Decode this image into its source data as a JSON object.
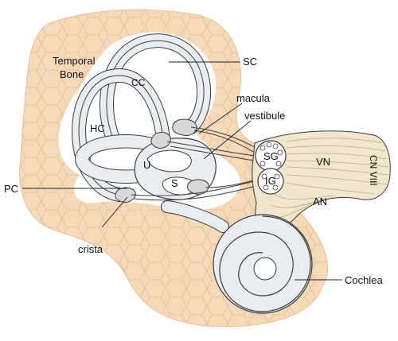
{
  "labels": {
    "temporal_bone_line1": "Temporal",
    "temporal_bone_line2": "Bone",
    "sc": "SC",
    "cc": "CC",
    "macula": "macula",
    "vestibule": "vestibule",
    "hc": "HC",
    "sg": "SG",
    "ig": "IG",
    "vn": "VN",
    "cn_viii": "CN VIII",
    "u": "U",
    "s": "S",
    "pc": "PC",
    "an": "AN",
    "crista": "crista",
    "cochlea": "Cochlea"
  },
  "colors": {
    "bone_fill": "#f6d9b8",
    "bone_hatch": "#e6c19a",
    "membrane_fill": "#e9edf2",
    "duct_fill": "#ffffff",
    "nerve_fill": "#efe6cc",
    "stroke": "#3a3a3a"
  }
}
